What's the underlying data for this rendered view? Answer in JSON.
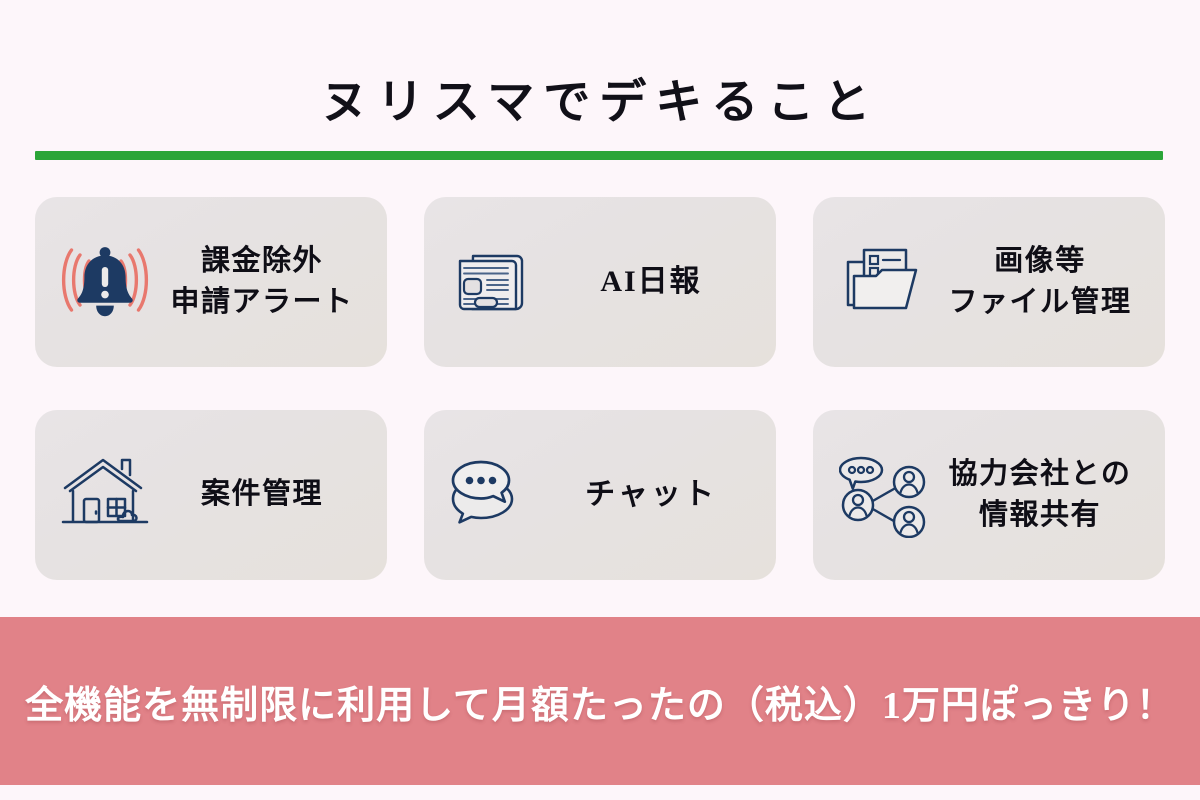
{
  "page": {
    "title": "ヌリスマでデキること",
    "background_color": "#fdf6fa",
    "divider_color": "#2ba538"
  },
  "features": {
    "cards": [
      {
        "icon": "bell-alert-icon",
        "label_line1": "課金除外",
        "label_line2": "申請アラート"
      },
      {
        "icon": "newspaper-icon",
        "label_line1": "AI日報",
        "label_line2": ""
      },
      {
        "icon": "folder-document-icon",
        "label_line1": "画像等",
        "label_line2": "ファイル管理"
      },
      {
        "icon": "house-icon",
        "label_line1": "案件管理",
        "label_line2": ""
      },
      {
        "icon": "chat-bubbles-icon",
        "label_line1": "チャット",
        "label_line2": ""
      },
      {
        "icon": "network-share-icon",
        "label_line1": "協力会社との",
        "label_line2": "情報共有"
      }
    ]
  },
  "banner": {
    "text": "全機能を無制限に利用して月額たったの（税込）1万円ぽっきり！",
    "background_color": "#e18288",
    "text_color": "#ffffff"
  },
  "colors": {
    "icon_navy": "#1d3a63",
    "icon_coral": "#e8786e",
    "card_background": "#e6e2e1",
    "accent_green": "#2ba538",
    "banner_pink": "#e18288"
  }
}
